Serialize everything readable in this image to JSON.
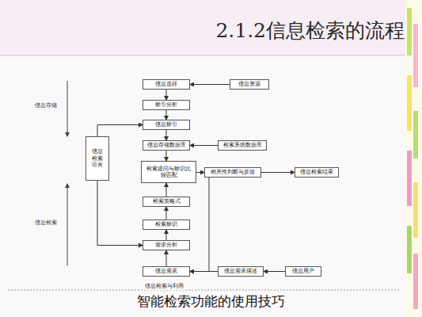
{
  "diagram": {
    "title": "2.1.2信息检索的流程",
    "caption": "智能检索功能的使用技巧",
    "nodes": [
      {
        "text": [
          "信息选择"
        ]
      },
      {
        "text": [
          "信息资源"
        ]
      },
      {
        "text": [
          "标引分析"
        ]
      },
      {
        "text": [
          "信息标引"
        ]
      },
      {
        "text": [
          "信息存储数据库"
        ]
      },
      {
        "text": [
          "检索系统数据库"
        ]
      },
      {
        "text": [
          "检索提问与标识比较匹配"
        ]
      },
      {
        "text": [
          "相关性判断与反馈"
        ]
      },
      {
        "text": [
          "信息检索结果"
        ]
      },
      {
        "text": [
          "检索策略式"
        ]
      },
      {
        "text": [
          "检索标识"
        ]
      },
      {
        "text": [
          "需求分析"
        ]
      },
      {
        "text": [
          "信息需求"
        ]
      },
      {
        "text": [
          "信息需求描述"
        ]
      },
      {
        "text": [
          "信息用户"
        ]
      },
      {
        "text": [
          "信息检索语言"
        ]
      }
    ],
    "edges": [
      {
        "from": 1,
        "to": 0,
        "arrow": "to"
      },
      {
        "from": 0,
        "to": 2,
        "arrow": "to"
      },
      {
        "from": 2,
        "to": 3,
        "arrow": "to"
      },
      {
        "from": 3,
        "to": 4,
        "arrow": "to"
      },
      {
        "from": 5,
        "to": 4,
        "arrow": "to"
      },
      {
        "from": 4,
        "to": 6,
        "arrow": "to"
      },
      {
        "from": 9,
        "to": 6,
        "arrow": "to"
      },
      {
        "from": 10,
        "to": 9,
        "arrow": "to"
      },
      {
        "from": 11,
        "to": 10,
        "arrow": "to"
      },
      {
        "from": 12,
        "to": 11,
        "arrow": "to"
      },
      {
        "from": 13,
        "to": 12,
        "arrow": "to"
      },
      {
        "from": 14,
        "to": 13,
        "arrow": "to"
      },
      {
        "from": 6,
        "to": 7,
        "arrow": "to"
      },
      {
        "from": 7,
        "to": 8,
        "arrow": "to"
      },
      {
        "from": 7,
        "to": 12,
        "arrow": "to"
      },
      {
        "from": 15,
        "to": 3,
        "arrow": "to"
      },
      {
        "from": 15,
        "to": 11,
        "arrow": "to"
      }
    ],
    "labels": [
      "信息存储",
      "信息检索",
      "信息检索与利用"
    ]
  }
}
